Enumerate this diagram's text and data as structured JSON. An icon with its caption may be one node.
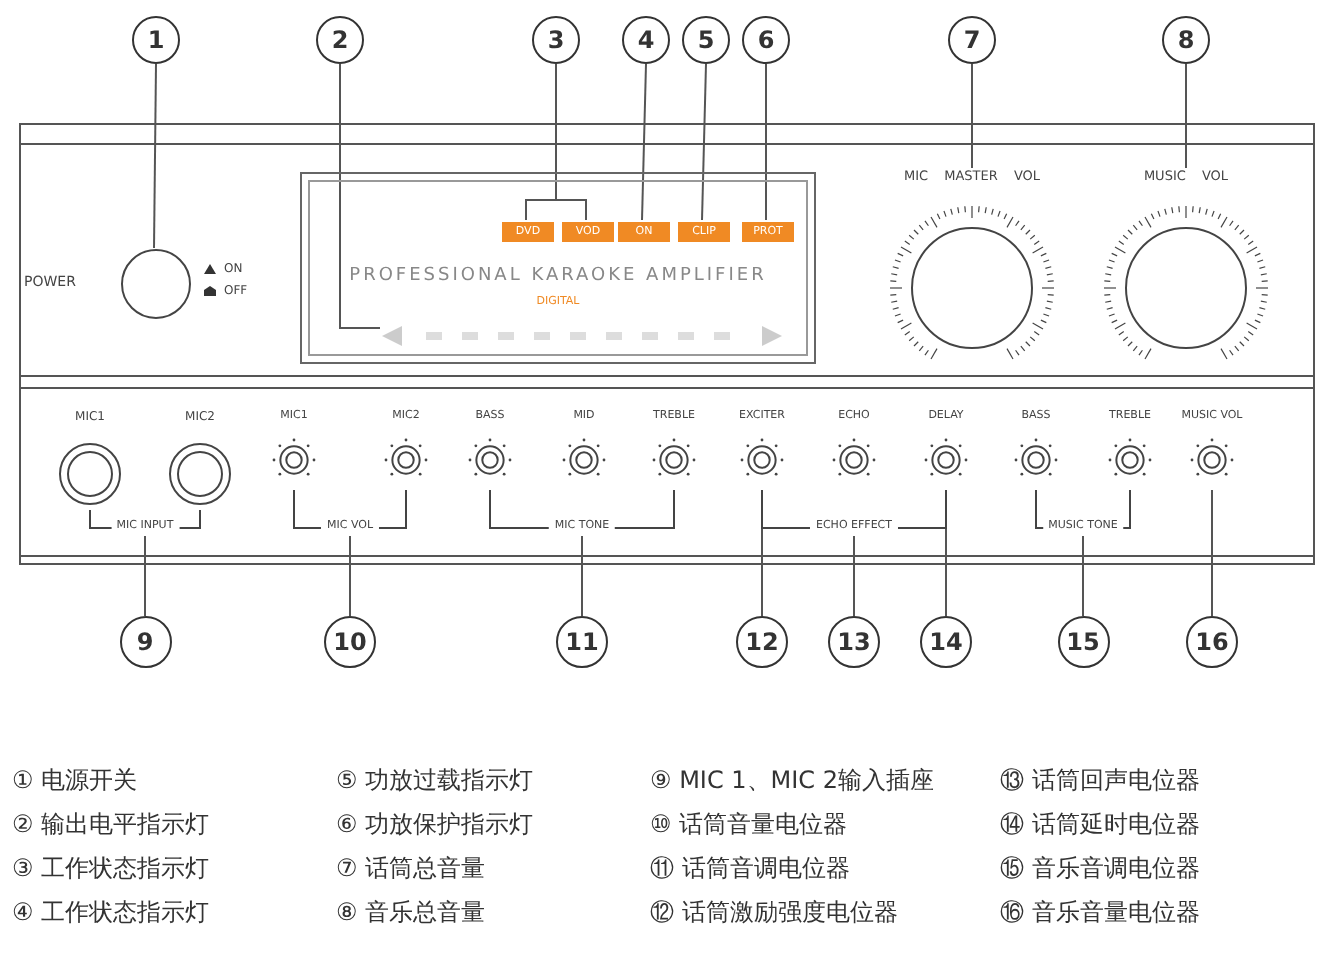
{
  "diagram": {
    "nodes": [
      {
        "text": [
          "1"
        ]
      },
      {
        "text": [
          "2"
        ]
      },
      {
        "text": [
          "3"
        ]
      },
      {
        "text": [
          "4"
        ]
      },
      {
        "text": [
          "5"
        ]
      },
      {
        "text": [
          "6"
        ]
      },
      {
        "text": [
          "7"
        ]
      },
      {
        "text": [
          "8"
        ]
      },
      {
        "text": [
          "POWER"
        ],
        "beside": [
          "ON",
          "OFF"
        ]
      },
      {
        "text": [
          "PROFESSIONAL KARAOKE AMPLIFIER",
          "DIGITAL"
        ]
      },
      {
        "text": [
          "DVD"
        ],
        "in": 9
      },
      {
        "text": [
          "VOD"
        ],
        "in": 9
      },
      {
        "text": [
          "ON"
        ],
        "in": 9
      },
      {
        "text": [
          "CLIP"
        ],
        "in": 9
      },
      {
        "text": [
          "PROT"
        ],
        "in": 9
      },
      {
        "text": [],
        "shape": "bar",
        "in": 9
      },
      {
        "text": [
          "MIC MASTER VOL"
        ]
      },
      {
        "text": [
          "MUSIC VOL"
        ]
      },
      {
        "text": [
          "MIC1"
        ]
      },
      {
        "text": [
          "MIC2"
        ]
      },
      {
        "text": [
          "MIC1"
        ]
      },
      {
        "text": [
          "MIC2"
        ]
      },
      {
        "text": [
          "BASS"
        ]
      },
      {
        "text": [
          "MID"
        ]
      },
      {
        "text": [
          "TREBLE"
        ]
      },
      {
        "text": [
          "EXCITER"
        ]
      },
      {
        "text": [
          "ECHO"
        ]
      },
      {
        "text": [
          "DELAY"
        ]
      },
      {
        "text": [
          "BASS"
        ]
      },
      {
        "text": [
          "TREBLE"
        ]
      },
      {
        "text": [
          "MUSIC VOL"
        ]
      },
      {
        "text": [
          "9"
        ]
      },
      {
        "text": [
          "10"
        ]
      },
      {
        "text": [
          "11"
        ]
      },
      {
        "text": [
          "12"
        ]
      },
      {
        "text": [
          "13"
        ]
      },
      {
        "text": [
          "14"
        ]
      },
      {
        "text": [
          "15"
        ]
      },
      {
        "text": [
          "16"
        ]
      },
      {
        "text": [
          "MIC INPUT"
        ]
      },
      {
        "text": [
          "MIC VOL"
        ]
      },
      {
        "text": [
          "MIC TONE"
        ]
      },
      {
        "text": [
          "ECHO EFFECT"
        ]
      },
      {
        "text": [
          "MUSIC TONE"
        ]
      }
    ],
    "edges": [
      {
        "from": 0,
        "to": 8,
        "arrow": "none"
      },
      {
        "from": 1,
        "to": 15,
        "arrow": "none"
      },
      {
        "from": 2,
        "to": 10,
        "arrow": "none"
      },
      {
        "from": 2,
        "to": 11,
        "arrow": "none"
      },
      {
        "from": 3,
        "to": 12,
        "arrow": "none"
      },
      {
        "from": 4,
        "to": 13,
        "arrow": "none"
      },
      {
        "from": 5,
        "to": 14,
        "arrow": "none"
      },
      {
        "from": 6,
        "to": 16,
        "arrow": "none"
      },
      {
        "from": 7,
        "to": 17,
        "arrow": "none"
      },
      {
        "from": 31,
        "to": 39,
        "arrow": "none"
      },
      {
        "from": 32,
        "to": 40,
        "arrow": "none"
      },
      {
        "from": 33,
        "to": 41,
        "arrow": "none"
      },
      {
        "from": 34,
        "to": 25,
        "arrow": "none"
      },
      {
        "from": 35,
        "to": 42,
        "arrow": "none"
      },
      {
        "from": 36,
        "to": 27,
        "arrow": "none"
      },
      {
        "from": 37,
        "to": 43,
        "arrow": "none"
      },
      {
        "from": 38,
        "to": 30,
        "arrow": "none"
      }
    ],
    "labels": [
      "① 电源开关",
      "⑤ 功放过载指示灯",
      "⑨ MIC 1、MIC 2输入插座",
      "⑬ 话筒回声电位器",
      "② 输出电平指示灯",
      "⑥ 功放保护指示灯",
      "⑩ 话筒音量电位器",
      "⑭ 话筒延时电位器",
      "③ 工作状态指示灯",
      "⑦ 话筒总音量",
      "⑪ 话筒音调电位器",
      "⑮ 音乐音调电位器",
      "④ 工作状态指示灯",
      "⑧ 音乐总音量",
      "⑫ 话筒激励强度电位器",
      "⑯ 音乐音量电位器"
    ]
  }
}
